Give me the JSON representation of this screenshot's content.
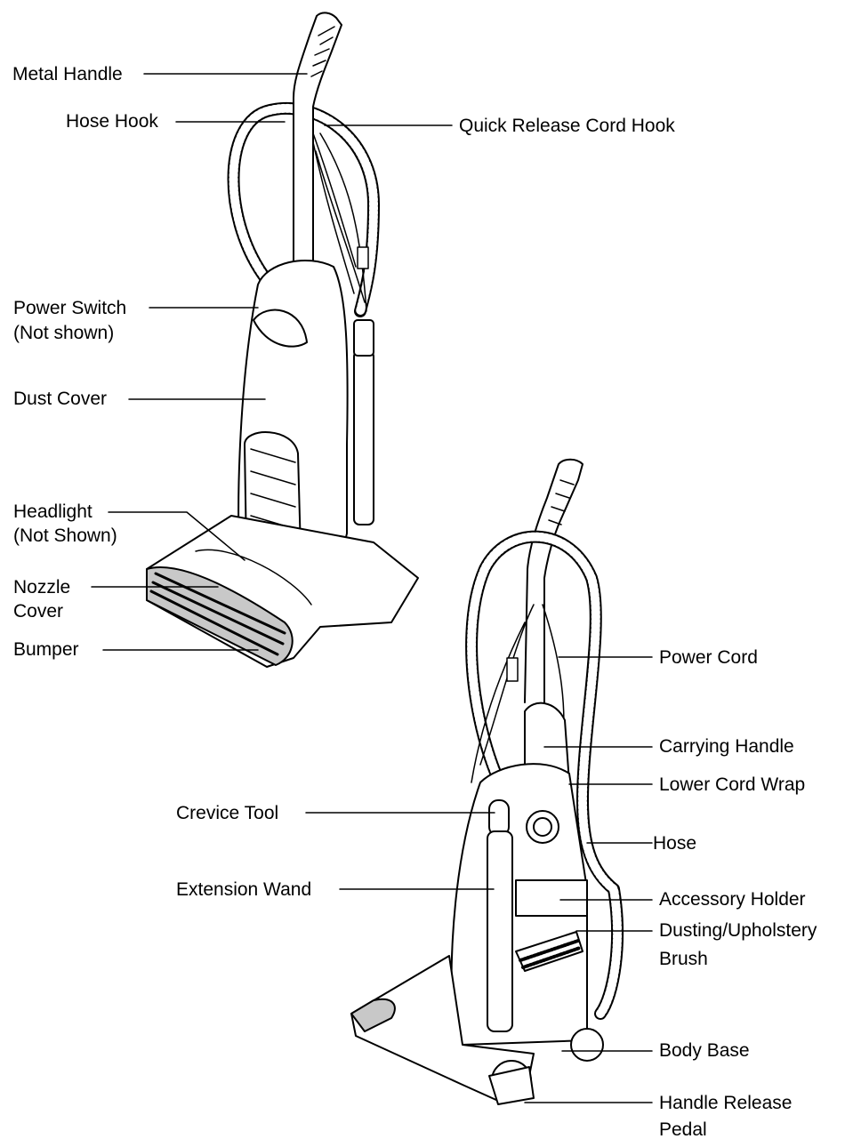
{
  "labels": {
    "metal_handle": "Metal Handle",
    "hose_hook": "Hose Hook",
    "quick_release_cord_hook": "Quick Release Cord Hook",
    "power_switch": "Power Switch",
    "power_switch_note": "(Not shown)",
    "dust_cover": "Dust Cover",
    "headlight": "Headlight",
    "headlight_note": "(Not Shown)",
    "nozzle_cover_1": "Nozzle",
    "nozzle_cover_2": "Cover",
    "bumper": "Bumper",
    "power_cord": "Power Cord",
    "carrying_handle": "Carrying Handle",
    "lower_cord_wrap": "Lower Cord Wrap",
    "crevice_tool": "Crevice Tool",
    "hose": "Hose",
    "extension_wand": "Extension Wand",
    "accessory_holder": "Accessory Holder",
    "dusting_brush_1": "Dusting/Upholstery",
    "dusting_brush_2": "Brush",
    "body_base": "Body Base",
    "handle_release_1": "Handle Release",
    "handle_release_2": "Pedal"
  },
  "colors": {
    "line": "#000000",
    "fill": "#ffffff",
    "shade": "#c8c8c8"
  }
}
